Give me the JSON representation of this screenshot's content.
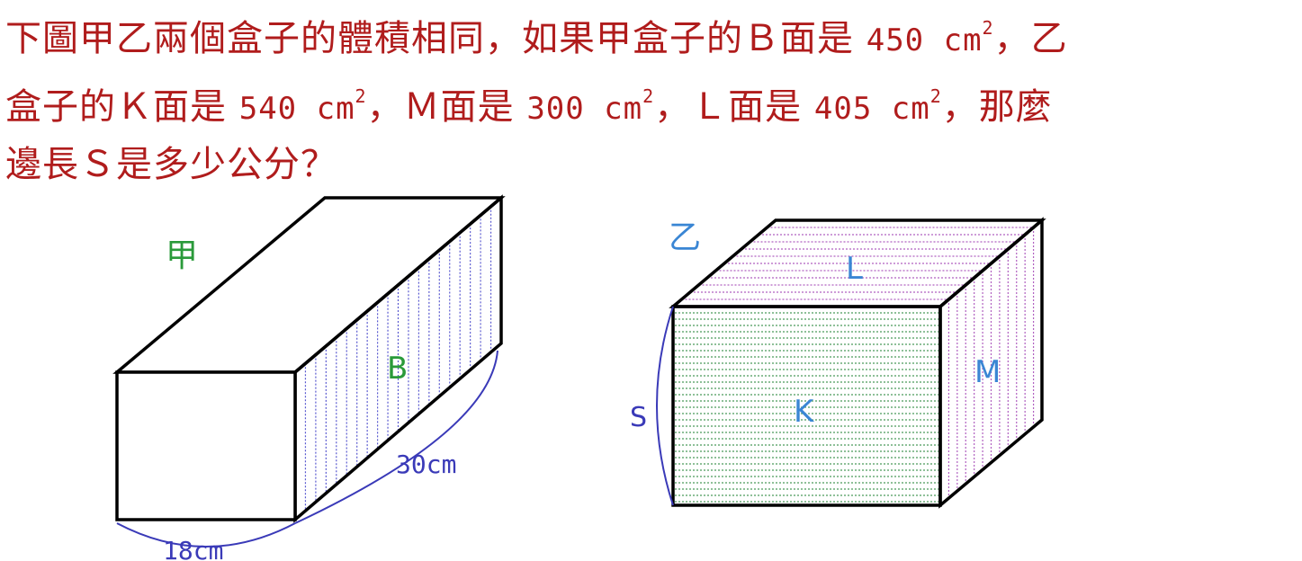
{
  "question": {
    "line1_a": "下圖甲乙兩個盒子的體積相同，如果甲盒子的Ｂ面是 ",
    "line1_b": "450 cm",
    "line1_c": "2",
    "line1_d": "，乙",
    "line2_a": "盒子的Ｋ面是 ",
    "line2_b": "540 cm",
    "line2_c": "2",
    "line2_d": "，Ｍ面是 ",
    "line2_e": "300 cm",
    "line2_f": "2",
    "line2_g": "，Ｌ面是 ",
    "line2_h": "405 cm",
    "line2_i": "2",
    "line2_j": "，那麼",
    "line3": "邊長Ｓ是多少公分？"
  },
  "box_jia": {
    "name": "甲",
    "face_label": "B",
    "length_label": "30cm",
    "width_label": "18cm"
  },
  "box_yi": {
    "name": "乙",
    "top_face_label": "L",
    "front_face_label": "K",
    "side_face_label": "M",
    "edge_label": "S"
  },
  "colors": {
    "question_text": "#b01c1c",
    "box_name": "#2a9a3a",
    "yi_labels": "#3a86d4",
    "dimension": "#3a3ab8",
    "hatch_blue": "#5a5ad0",
    "hatch_green": "#4a9a5a",
    "hatch_purple": "#b060c0"
  }
}
